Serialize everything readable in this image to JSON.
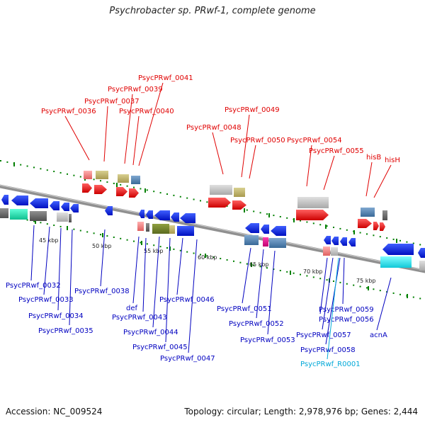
{
  "title": "Psychrobacter sp. PRwf-1, complete genome",
  "footer": {
    "accession": "Accession: NC_009524",
    "summary": "Topology: circular; Length: 2,978,976 bp; Genes: 2,444"
  },
  "colors": {
    "upper_label": "#e00000",
    "lower_label": "#0000c0",
    "rna_label": "#00a8d8",
    "tick": "#008000",
    "backbone": "#909090"
  },
  "scale_labels": [
    "45 kbp",
    "50 kbp",
    "55 kbp",
    "60 kbp",
    "65 kbp",
    "70 kbp",
    "75 kbp"
  ],
  "upper_genes": [
    "PsycPRwf_0036",
    "PsycPRwf_0037",
    "PsycPRwf_0039",
    "PsycPRwf_0040",
    "PsycPRwf_0041",
    "PsycPRwf_0048",
    "PsycPRwf_0049",
    "PsycPRwf_0050",
    "PsycPRwf_0054",
    "PsycPRwf_0055",
    "hisB",
    "hisH"
  ],
  "lower_genes": [
    "PsycPRwf_0032",
    "PsycPRwf_0033",
    "PsycPRwf_0034",
    "PsycPRwf_0035",
    "PsycPRwf_0038",
    "def",
    "PsycPRwf_0043",
    "PsycPRwf_0044",
    "PsycPRwf_0045",
    "PsycPRwf_0046",
    "PsycPRwf_0047",
    "PsycPRwf_0051",
    "PsycPRwf_0052",
    "PsycPRwf_0053",
    "PsycPRwf_0056",
    "PsycPRwf_0057",
    "PsycPRwf_0058",
    "PsycPRwf_0059",
    "acnA"
  ],
  "rna_genes": [
    "PsycPRwf_R0001"
  ]
}
